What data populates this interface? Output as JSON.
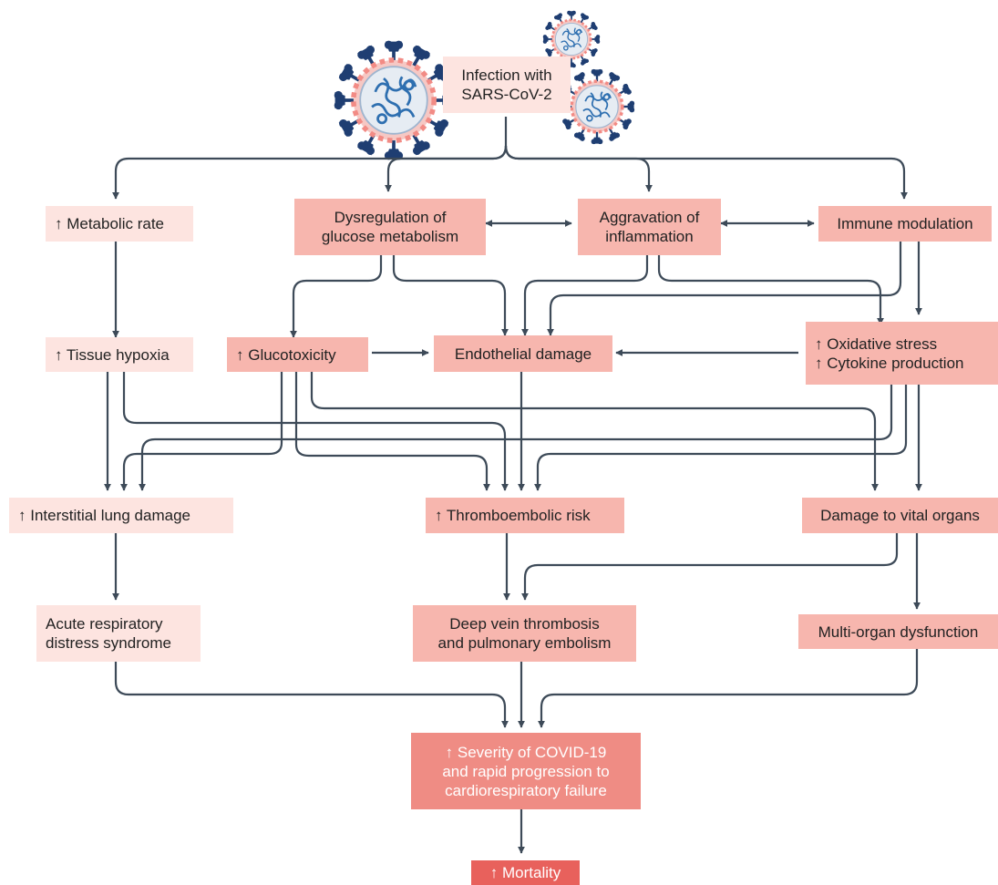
{
  "nodes": {
    "infection": "Infection with\nSARS-CoV-2",
    "metabolic_rate": "↑ Metabolic rate",
    "dysregulation": "Dysregulation of\nglucose metabolism",
    "inflammation": "Aggravation of\ninflammation",
    "immune": "Immune modulation",
    "hypoxia": "↑ Tissue hypoxia",
    "glucotoxicity": "↑ Glucotoxicity",
    "endothelial": "Endothelial damage",
    "oxidative": "↑ Oxidative stress\n↑ Cytokine production",
    "lung_damage": "↑ Interstitial lung damage",
    "thrombo_risk": "↑ Thromboembolic risk",
    "vital_organs": "Damage to vital organs",
    "ards": "Acute respiratory\ndistress syndrome",
    "dvt": "Deep vein thrombosis\nand pulmonary embolism",
    "multi_organ": "Multi-organ dysfunction",
    "severity": "↑ Severity of COVID-19\nand rapid progression to\ncardiorespiratory failure",
    "mortality": "↑ Mortality"
  },
  "icons": [
    "virus-icon",
    "virus-icon",
    "virus-icon"
  ],
  "colors": {
    "light_box": "#fde4e0",
    "mid_box": "#f7b6ae",
    "dark_box": "#ef8c84",
    "outcome_box": "#e8615c",
    "arrow": "#3d4a58",
    "virus_spike": "#1f3e72",
    "virus_ring": "#f28b85",
    "virus_body": "#e6ecf3"
  }
}
